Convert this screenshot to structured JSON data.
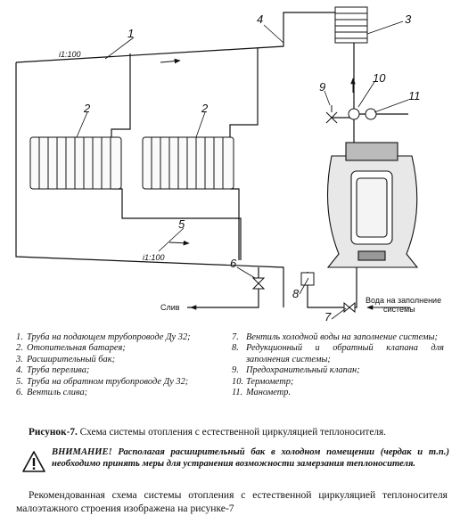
{
  "diagram": {
    "callouts": [
      "1",
      "2",
      "2",
      "3",
      "4",
      "5",
      "6",
      "7",
      "8",
      "9",
      "10",
      "11"
    ],
    "slope_upper": "i1:100",
    "slope_lower": "i1:100",
    "drain_label": "Слив",
    "supply_label_line1": "Вода на заполнение",
    "supply_label_line2": "системы"
  },
  "legend_left": [
    {
      "n": "1.",
      "text": "Труба на подающем трубопроводе Ду 32;"
    },
    {
      "n": "2.",
      "text": "Отопительная батарея;"
    },
    {
      "n": "3.",
      "text": "Расширительный бак;"
    },
    {
      "n": "4.",
      "text": "Труба перелива;"
    },
    {
      "n": "5.",
      "text": "Труба на обратном трубопроводе Ду 32;"
    },
    {
      "n": "6.",
      "text": "Вентиль слива;"
    }
  ],
  "legend_right": [
    {
      "n": "7.",
      "text": "Вентиль холодной воды на заполнение системы;"
    },
    {
      "n": "8.",
      "text": "Редукционный и обратный клапана для заполнения системы;"
    },
    {
      "n": "9.",
      "text": "Предохранительный клапан;"
    },
    {
      "n": "10.",
      "text": "Термометр;"
    },
    {
      "n": "11.",
      "text": "Манометр."
    }
  ],
  "caption": {
    "label": "Рисунок-7.",
    "text": " Схема системы отопления с естественной циркуляцией теплоносителя."
  },
  "warning": {
    "prefix": "ВНИМАНИЕ!",
    "text": " Располагая расширительный бак в холодном помещении (чердак и т.п.) необходимо принять меры для устранения возможности замерзания теплоносителя."
  },
  "body_text": "Рекомендованная схема системы отопления с естественной циркуляцией теплоносителя малоэтажного строения изображена на рисунке-7"
}
